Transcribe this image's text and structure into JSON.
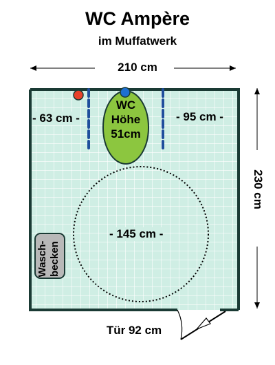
{
  "title": "WC Ampère",
  "subtitle": "im Muffatwerk",
  "dimensions": {
    "width": "210 cm",
    "depth": "230 cm",
    "left_clearance": "- 63 cm -",
    "right_clearance": "- 95 cm -",
    "turning_circle": "- 145 cm -",
    "door": "Tür 92 cm"
  },
  "toilet": {
    "line1": "WC",
    "line2": "Höhe",
    "line3": "51cm"
  },
  "sink": {
    "line1": "Wasch-",
    "line2": "becken"
  },
  "colors": {
    "floor": "#cfeee4",
    "toilet": "#8cc63f",
    "wall": "#1a3a34",
    "grab_bar": "#1f4e9c",
    "flush_button_red": "#e8402a",
    "flush_button_blue": "#1d6fd1",
    "sink": "#b8b8b8"
  }
}
